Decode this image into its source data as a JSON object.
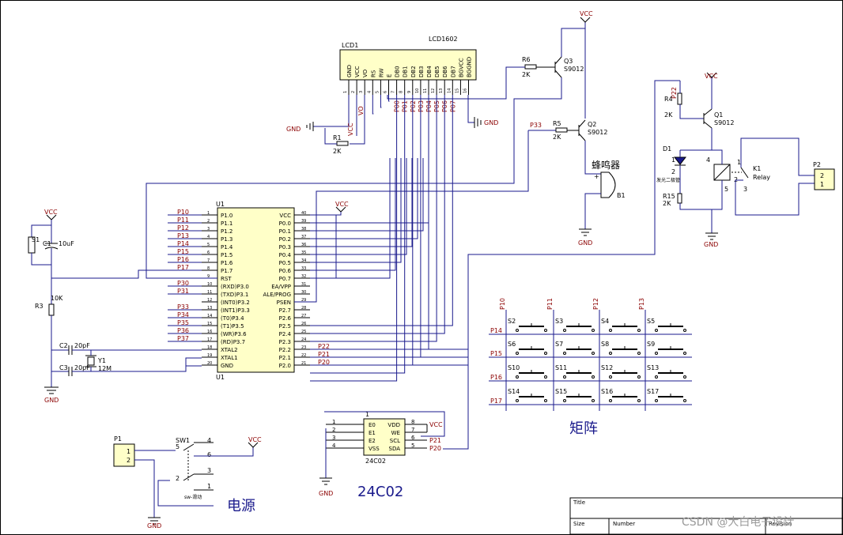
{
  "mcu": {
    "ref": "U1",
    "ref_bottom": "U1",
    "left_pins": [
      {
        "n": "1",
        "name": "P1.0",
        "net": "P10"
      },
      {
        "n": "2",
        "name": "P1.1",
        "net": "P11"
      },
      {
        "n": "3",
        "name": "P1.2",
        "net": "P12"
      },
      {
        "n": "4",
        "name": "P1.3",
        "net": "P13"
      },
      {
        "n": "5",
        "name": "P1.4",
        "net": "P14"
      },
      {
        "n": "6",
        "name": "P1.5",
        "net": "P15"
      },
      {
        "n": "7",
        "name": "P1.6",
        "net": "P16"
      },
      {
        "n": "8",
        "name": "P1.7",
        "net": "P17"
      },
      {
        "n": "9",
        "name": "RST",
        "net": ""
      },
      {
        "n": "10",
        "name": "(RXD)P3.0",
        "net": "P30"
      },
      {
        "n": "11",
        "name": "(TXD)P3.1",
        "net": "P31"
      },
      {
        "n": "12",
        "name": "(INT0)P3.2",
        "net": ""
      },
      {
        "n": "13",
        "name": "(INT1)P3.3",
        "net": "P33"
      },
      {
        "n": "14",
        "name": "(T0)P3.4",
        "net": "P34"
      },
      {
        "n": "15",
        "name": "(T1)P3.5",
        "net": "P35"
      },
      {
        "n": "16",
        "name": "(WR)P3.6",
        "net": "P36"
      },
      {
        "n": "17",
        "name": "(RD)P3.7",
        "net": "P37"
      },
      {
        "n": "18",
        "name": "XTAL2",
        "net": ""
      },
      {
        "n": "19",
        "name": "XTAL1",
        "net": ""
      },
      {
        "n": "20",
        "name": "GND",
        "net": ""
      }
    ],
    "right_pins": [
      {
        "n": "40",
        "name": "VCC",
        "net": ""
      },
      {
        "n": "39",
        "name": "P0.0",
        "net": ""
      },
      {
        "n": "38",
        "name": "P0.1",
        "net": ""
      },
      {
        "n": "37",
        "name": "P0.2",
        "net": ""
      },
      {
        "n": "36",
        "name": "P0.3",
        "net": ""
      },
      {
        "n": "35",
        "name": "P0.4",
        "net": ""
      },
      {
        "n": "34",
        "name": "P0.5",
        "net": ""
      },
      {
        "n": "33",
        "name": "P0.6",
        "net": ""
      },
      {
        "n": "32",
        "name": "P0.7",
        "net": ""
      },
      {
        "n": "31",
        "name": "EA/VPP",
        "net": ""
      },
      {
        "n": "30",
        "name": "ALE/PROG",
        "net": ""
      },
      {
        "n": "29",
        "name": "PSEN",
        "net": ""
      },
      {
        "n": "28",
        "name": "P2.7",
        "net": ""
      },
      {
        "n": "27",
        "name": "P2.6",
        "net": ""
      },
      {
        "n": "26",
        "name": "P2.5",
        "net": ""
      },
      {
        "n": "25",
        "name": "P2.4",
        "net": ""
      },
      {
        "n": "24",
        "name": "P2.3",
        "net": ""
      },
      {
        "n": "23",
        "name": "P2.2",
        "net": "P22"
      },
      {
        "n": "22",
        "name": "P2.1",
        "net": "P21"
      },
      {
        "n": "21",
        "name": "P2.0",
        "net": "P20"
      }
    ]
  },
  "lcd": {
    "ref": "LCD1",
    "model": "LCD1602",
    "pins": [
      {
        "n": "1",
        "name": "GND",
        "net": ""
      },
      {
        "n": "2",
        "name": "VCC",
        "net": ""
      },
      {
        "n": "3",
        "name": "VO",
        "net": "VO"
      },
      {
        "n": "4",
        "name": "RS",
        "net": ""
      },
      {
        "n": "5",
        "name": "RW",
        "net": ""
      },
      {
        "n": "6",
        "name": "E",
        "net": ""
      },
      {
        "n": "7",
        "name": "DB0",
        "net": "P00"
      },
      {
        "n": "8",
        "name": "DB1",
        "net": "P01"
      },
      {
        "n": "9",
        "name": "DB2",
        "net": "P02"
      },
      {
        "n": "10",
        "name": "DB3",
        "net": "P03"
      },
      {
        "n": "11",
        "name": "DB4",
        "net": "P04"
      },
      {
        "n": "12",
        "name": "DB5",
        "net": "P05"
      },
      {
        "n": "13",
        "name": "DB6",
        "net": "P06"
      },
      {
        "n": "14",
        "name": "DB7",
        "net": "P07"
      },
      {
        "n": "15",
        "name": "BGVCC",
        "net": ""
      },
      {
        "n": "16",
        "name": "BGGND",
        "net": ""
      }
    ],
    "gnd_left": "GND",
    "gnd_right": "GND",
    "vcc_label": "VCC"
  },
  "r1": {
    "ref": "R1",
    "value": "2K"
  },
  "buzzer": {
    "r6": {
      "ref": "R6",
      "value": "2K"
    },
    "q3": {
      "ref": "Q3",
      "model": "S9012"
    },
    "r5": {
      "ref": "R5",
      "value": "2K"
    },
    "q2": {
      "ref": "Q2",
      "model": "S9012"
    },
    "net_in": "P33",
    "vcc": "VCC",
    "title": "蜂鸣器",
    "ref": "B1",
    "gnd": "GND"
  },
  "relay": {
    "net_in": "P22",
    "r4": {
      "ref": "R4",
      "value": "2K"
    },
    "q1": {
      "ref": "Q1",
      "model": "S9012"
    },
    "vcc": "VCC",
    "d1": {
      "ref": "D1",
      "label": "发光二极管"
    },
    "r15": {
      "ref": "R15",
      "value": "2K"
    },
    "k1": {
      "ref": "K1",
      "model": "Relay"
    },
    "gnd": "GND",
    "pins": [
      "1",
      "2",
      "3",
      "4",
      "5"
    ]
  },
  "p2": {
    "ref": "P2",
    "pins": [
      "2",
      "1"
    ]
  },
  "reset": {
    "vcc": "VCC",
    "s1": "S1",
    "c1": {
      "ref": "C1",
      "value": "10uF"
    },
    "r3": {
      "ref": "R3",
      "value": "10K"
    }
  },
  "crystal": {
    "c2": {
      "ref": "C2",
      "value": "20pF"
    },
    "c3": {
      "ref": "C3",
      "value": "20pF"
    },
    "y1": {
      "ref": "Y1",
      "value": "12M"
    },
    "gnd": "GND"
  },
  "keypad": {
    "cols": [
      "P10",
      "P11",
      "P12",
      "P13"
    ],
    "rows": [
      "P14",
      "P15",
      "P16",
      "P17"
    ],
    "switches": [
      "S2",
      "S3",
      "S4",
      "S5",
      "S6",
      "S7",
      "S8",
      "S9",
      "S10",
      "S11",
      "S12",
      "S13",
      "S14",
      "S15",
      "S16",
      "S17"
    ],
    "title": "矩阵"
  },
  "eeprom": {
    "ref": "1",
    "model": "24C02",
    "left_pins": [
      {
        "n": "1",
        "name": "E0"
      },
      {
        "n": "2",
        "name": "E1"
      },
      {
        "n": "3",
        "name": "E2"
      },
      {
        "n": "4",
        "name": "VSS"
      }
    ],
    "right_pins": [
      {
        "n": "8",
        "name": "VDD",
        "net": "VCC"
      },
      {
        "n": "7",
        "name": "WE",
        "net": ""
      },
      {
        "n": "6",
        "name": "SCL",
        "net": "P21"
      },
      {
        "n": "5",
        "name": "SDA",
        "net": "P20"
      }
    ],
    "gnd": "GND",
    "title": "24C02"
  },
  "power": {
    "p1": {
      "ref": "P1",
      "pins": [
        "1",
        "2"
      ]
    },
    "sw1": {
      "ref": "SW1",
      "label": "sw-滑动",
      "pins": [
        "5",
        "4",
        "6",
        "2",
        "3",
        "1"
      ]
    },
    "vcc": "VCC",
    "gnd": "GND",
    "title": "电源"
  },
  "title_block": {
    "title": "Title",
    "size": "Size",
    "number": "Number",
    "revision": "Revision"
  },
  "watermark": "CSDN @大白电子设计"
}
